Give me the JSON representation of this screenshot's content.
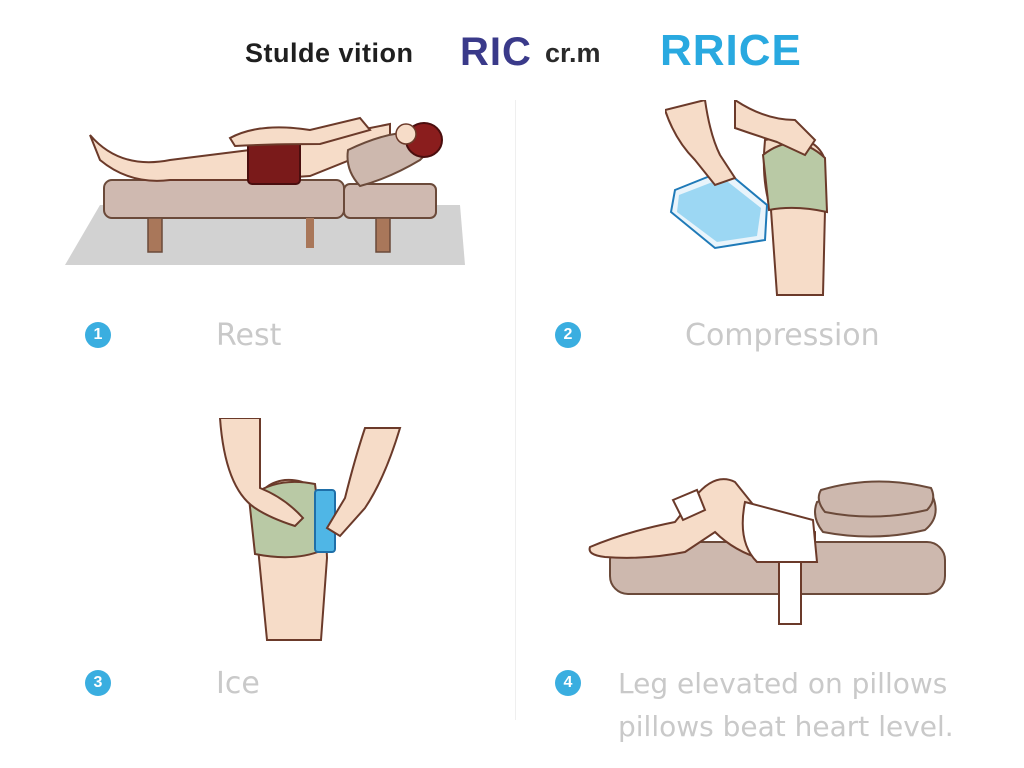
{
  "header": {
    "title_main": "Stulde vition",
    "title_ric": "RIC",
    "title_crm": "cr.m",
    "logo": "RRICE"
  },
  "colors": {
    "accent": "#3aaee0",
    "ric_dark": "#3a3a8a",
    "logo_blue": "#29a9e0",
    "label_gray": "#c9c9c9"
  },
  "steps": [
    {
      "number": "1",
      "label": "Rest"
    },
    {
      "number": "2",
      "label": "Compression"
    },
    {
      "number": "3",
      "label": "Ice"
    },
    {
      "number": "4",
      "label_line1": "Leg elevated on pillows",
      "label_line2": "pillows beat heart level."
    }
  ]
}
